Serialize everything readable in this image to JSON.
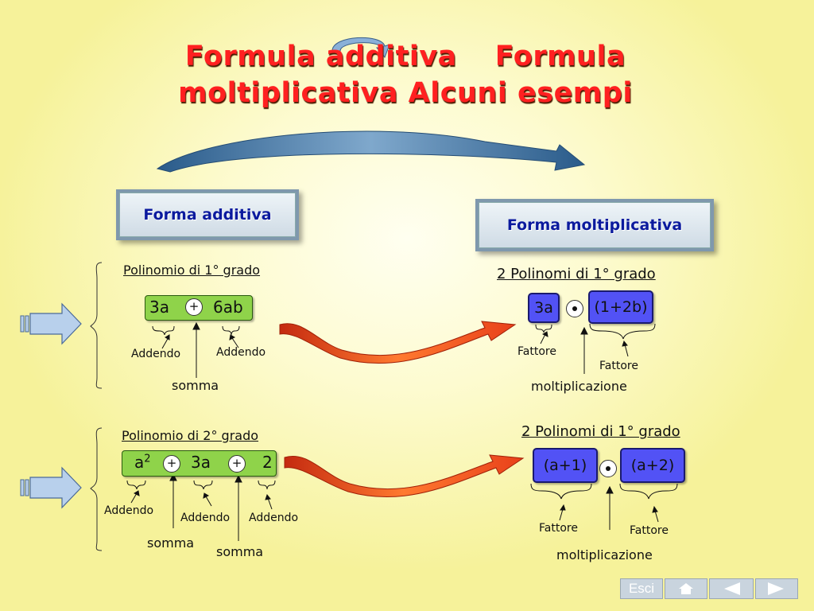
{
  "title": {
    "line1a": "Formula additiva",
    "line1b": "Formula",
    "line2": "moltiplicativa Alcuni esempi"
  },
  "headers": {
    "additive": "Forma additiva",
    "multiplicative": "Forma moltiplicativa"
  },
  "row1": {
    "left_header": "Polinomio di 1° grado",
    "terms": [
      "3a",
      "6ab"
    ],
    "operator": "+",
    "addend_label": "Addendo",
    "sum_label": "somma",
    "right_header": "2 Polinomi di 1° grado",
    "factors": [
      "3a",
      "(1+2b)"
    ],
    "factor_label": "Fattore",
    "product_label": "moltiplicazione"
  },
  "row2": {
    "left_header": "Polinomio di 2° grado",
    "term1_base": "a",
    "term1_exp": "2",
    "terms": [
      "3a",
      "2"
    ],
    "operator": "+",
    "addend_label": "Addendo",
    "sum_label": "somma",
    "right_header": "2 Polinomi di 1° grado",
    "factors": [
      "(a+1)",
      "(a+2)"
    ],
    "factor_label": "Fattore",
    "product_label": "moltiplicazione"
  },
  "nav": {
    "exit_label": "Esci"
  },
  "icons": [
    "home-icon",
    "arrow-left-icon",
    "arrow-right-icon",
    "block-arrow-right-icon",
    "curved-arrow-icon"
  ],
  "colors": {
    "title": "#ff2020",
    "header_text": "#0b1a9e",
    "green_box": "#8fd34a",
    "blue_box": "#5252f5",
    "curve_arrow": "#e8401a"
  }
}
